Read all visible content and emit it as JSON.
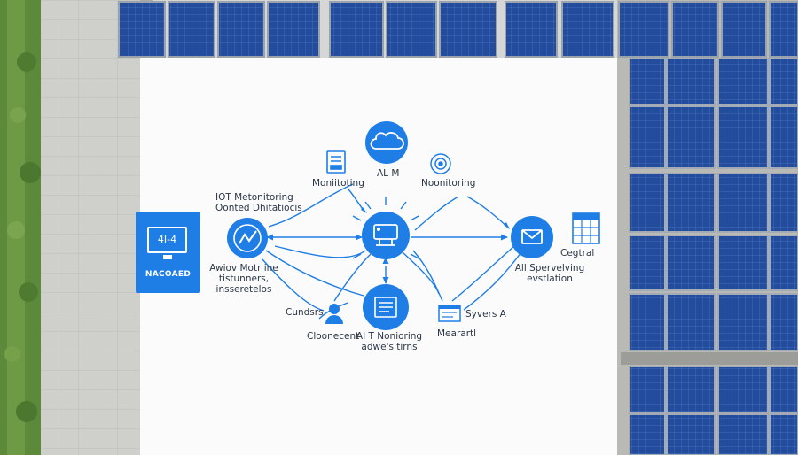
{
  "diagram": {
    "badge": {
      "screen_text": "4I-4",
      "label": "NACOAED"
    },
    "labels": {
      "iot_monitoring": [
        "IOT Metonitoring",
        "Oonted Dhitatiocis"
      ],
      "monitoring_left": "Moniitoting",
      "ai": "AL M",
      "monitoring_right": "Noonitoring",
      "cegtral": "Cegtral",
      "awiov": [
        "Awiov Motr ine",
        "tistunners,",
        "insseretelos"
      ],
      "cundsrs": "Cundsrs",
      "cloonecent": "Cloonecent",
      "ai_noonioring": [
        "AI T Nonioring",
        "adwe's tirns"
      ],
      "syvers": "Syvers A",
      "mearartl": "Mearartl",
      "all_spervelving": [
        "All Spervelving",
        "evstlation"
      ]
    },
    "icons": [
      "monitor-icon",
      "trend-chart-icon",
      "cloud-icon",
      "server-icon",
      "target-icon",
      "router-icon",
      "mail-icon",
      "spreadsheet-icon",
      "user-icon",
      "document-icon",
      "report-icon"
    ],
    "colors": {
      "accent": "#1f7ee6",
      "text": "#2b3646",
      "panel": "#fbfbfb",
      "solar": "#224b9a"
    }
  }
}
